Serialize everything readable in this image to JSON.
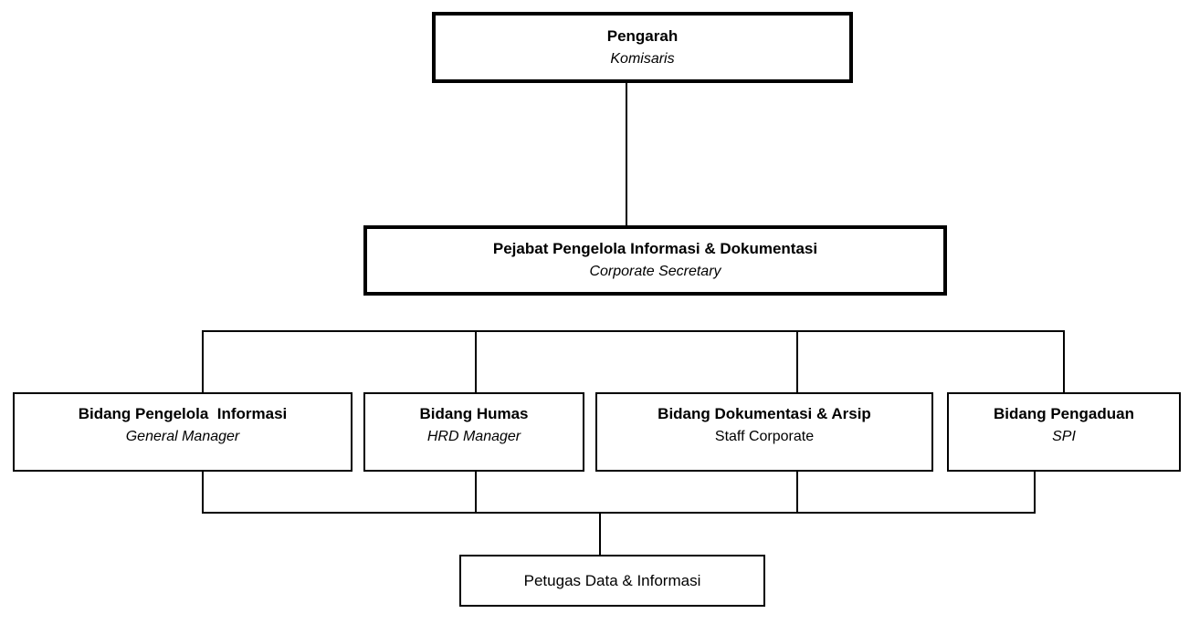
{
  "diagram": {
    "type": "org-chart",
    "background_color": "#ffffff",
    "line_color": "#000000",
    "nodes": {
      "pengarah": {
        "title": "Pengarah",
        "subtitle": "Komisaris"
      },
      "ppid": {
        "title": "Pejabat Pengelola Informasi & Dokumentasi",
        "subtitle": "Corporate Secretary"
      },
      "bpi": {
        "title": "Bidang Pengelola  Informasi",
        "subtitle": "General Manager"
      },
      "humas": {
        "title": "Bidang Humas",
        "subtitle": "HRD Manager"
      },
      "dok": {
        "title": "Bidang Dokumentasi & Arsip",
        "subtitle": "Staff Corporate"
      },
      "pengaduan": {
        "title": "Bidang Pengaduan",
        "subtitle": "SPI"
      },
      "petugas": {
        "title": "Petugas Data & Informasi"
      }
    }
  }
}
